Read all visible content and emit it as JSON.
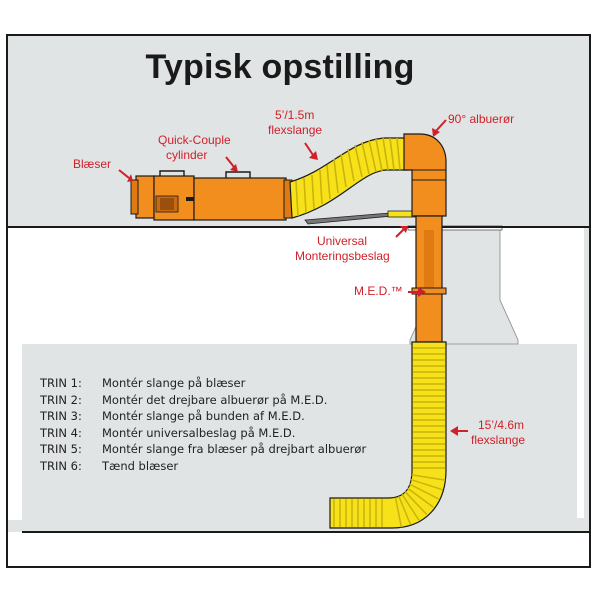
{
  "title": "Typisk opstilling",
  "labels": {
    "blower": "Blæser",
    "cylinder_line1": "Quick-Couple",
    "cylinder_line2": "cylinder",
    "hose_short_line1": "5’/1.5m",
    "hose_short_line2": "flexslange",
    "elbow": "90° albuerør",
    "mount_line1": "Universal",
    "mount_line2": "Monteringsbeslag",
    "med": "M.E.D.™",
    "hose_long_line1": "15’/4.6m",
    "hose_long_line2": "flexslange"
  },
  "steps": [
    {
      "num": "TRIN 1:",
      "text": "Montér slange på blæser"
    },
    {
      "num": "TRIN 2:",
      "text": "Montér det drejbare albuerør på M.E.D."
    },
    {
      "num": "TRIN 3:",
      "text": "Montér slange på bunden af M.E.D."
    },
    {
      "num": "TRIN 4:",
      "text": "Montér universalbeslag på M.E.D."
    },
    {
      "num": "TRIN 5:",
      "text": "Montér slange fra blæser på drejbart albuerør"
    },
    {
      "num": "TRIN 6:",
      "text": "Tænd blæser"
    }
  ],
  "colors": {
    "label_red": "#d0202a",
    "orange": "#f18e1e",
    "yellow": "#f7e21a",
    "bg_gray": "#e1e4e4",
    "outline": "#1a1a1a"
  }
}
